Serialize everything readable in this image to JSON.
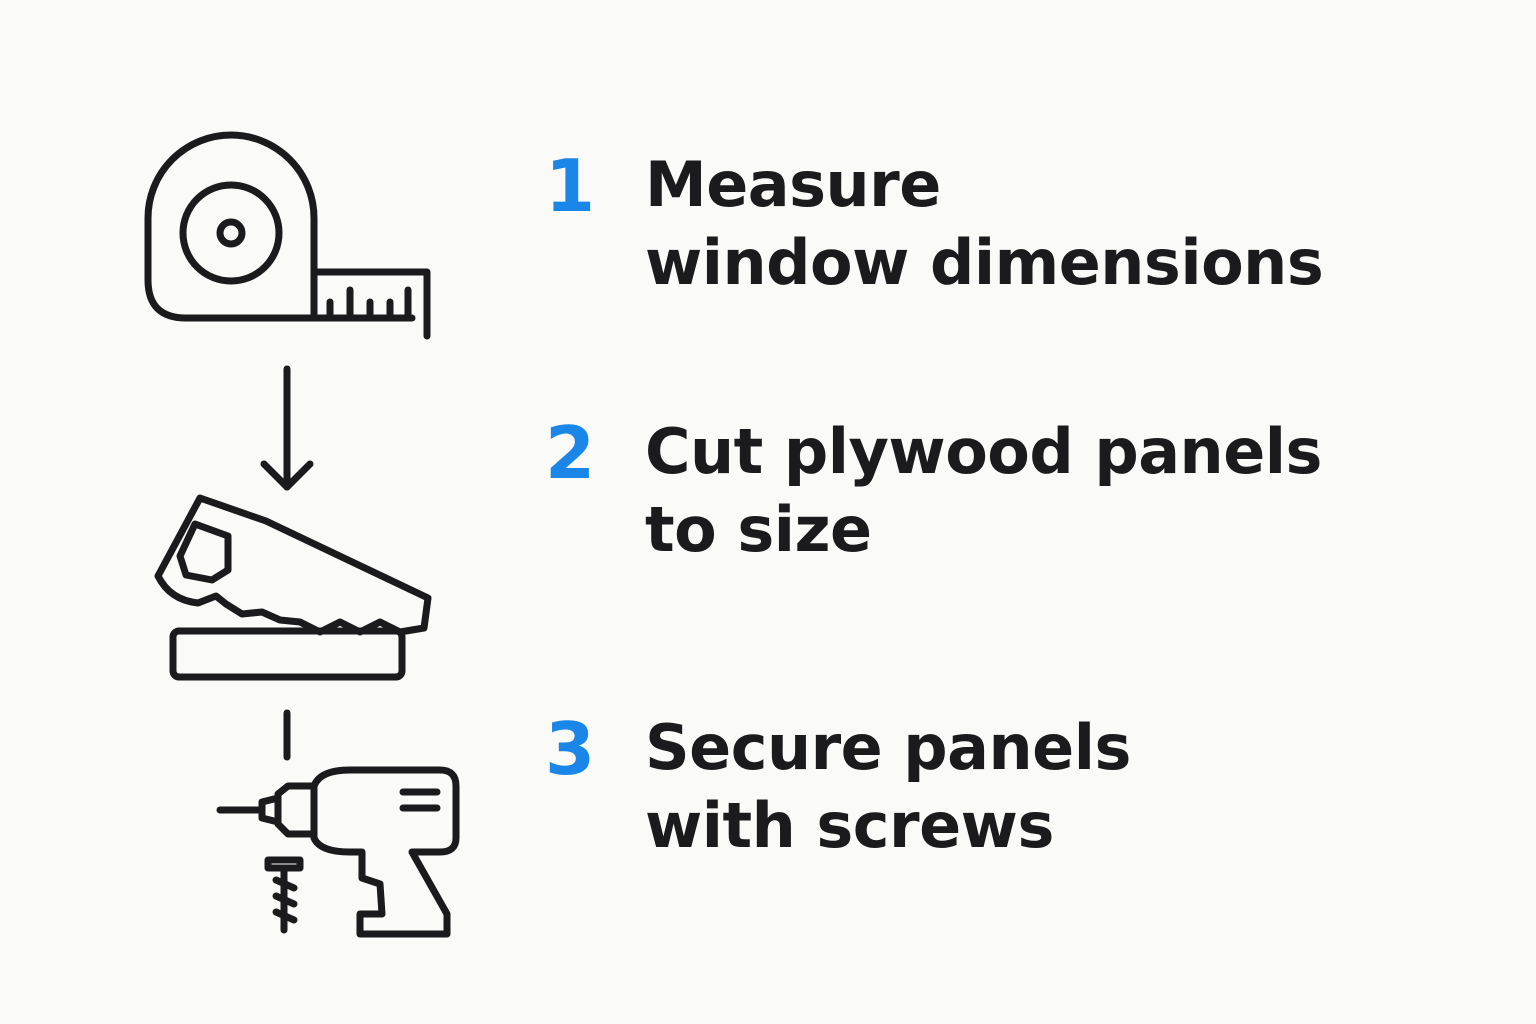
{
  "colors": {
    "background": "#fafaf9",
    "ink": "#1b1b1d",
    "accent": "#1a86e8"
  },
  "steps": [
    {
      "number": "1",
      "line1": "Measure",
      "line2": "window dimensions",
      "icon": "tape-measure-icon"
    },
    {
      "number": "2",
      "line1": "Cut plywood panels",
      "line2": "to size",
      "icon": "hand-saw-icon"
    },
    {
      "number": "3",
      "line1": "Secure panels",
      "line2": "with screws",
      "icon": "power-drill-icon"
    }
  ]
}
